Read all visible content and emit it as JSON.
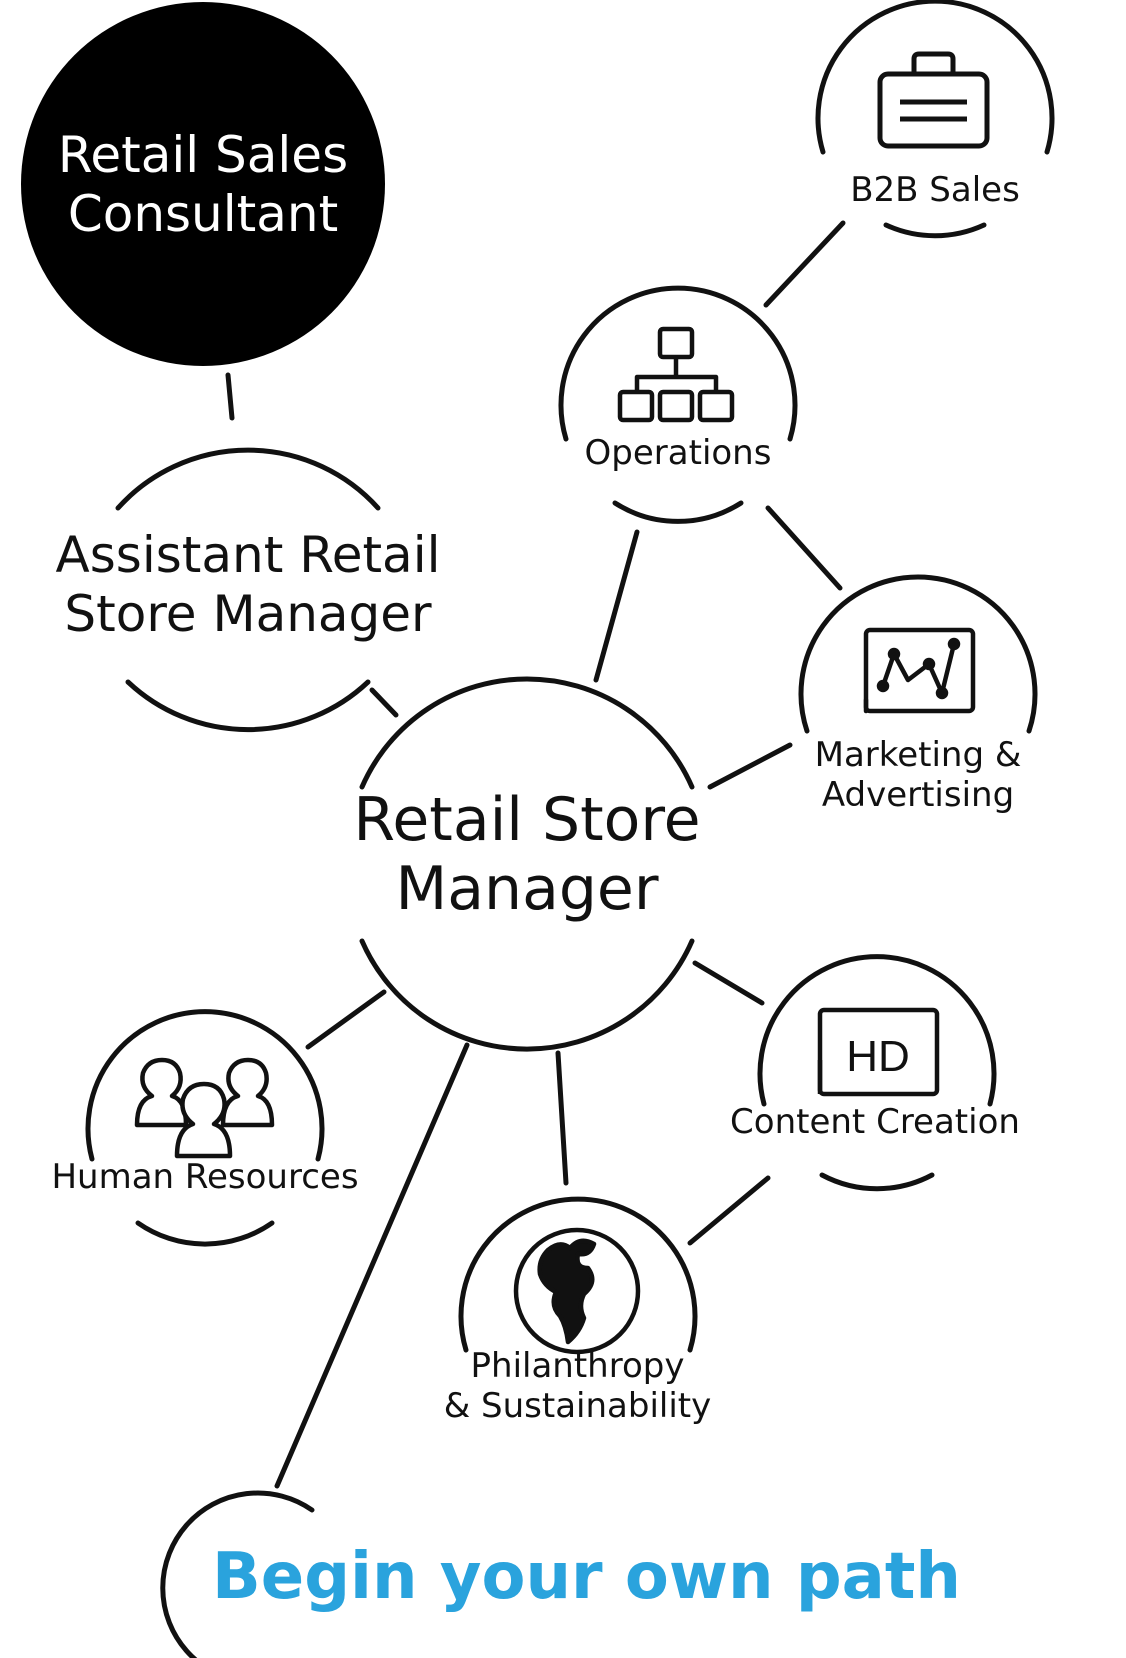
{
  "colors": {
    "ink": "#111111",
    "background": "#ffffff",
    "accent": "#2aa3dd",
    "filled_node": "#000000"
  },
  "nodes": {
    "retail_sales_consultant": {
      "lines": [
        "Retail Sales",
        "Consultant"
      ]
    },
    "assistant_manager": {
      "lines": [
        "Assistant Retail",
        "Store Manager"
      ]
    },
    "store_manager": {
      "lines": [
        "Retail Store",
        "Manager"
      ]
    },
    "b2b_sales": {
      "label": "B2B Sales",
      "icon": "briefcase-icon"
    },
    "operations": {
      "label": "Operations",
      "icon": "org-chart-icon"
    },
    "marketing": {
      "lines": [
        "Marketing &",
        "Advertising"
      ],
      "icon": "line-chart-icon"
    },
    "content_creation": {
      "label": "Content Creation",
      "icon": "hd-screen-icon",
      "icon_text": "HD"
    },
    "human_resources": {
      "label": "Human Resources",
      "icon": "people-icon"
    },
    "philanthropy": {
      "lines": [
        "Philanthropy",
        "& Sustainability"
      ],
      "icon": "globe-icon"
    },
    "begin_path": {
      "label": "Begin your own path"
    }
  }
}
